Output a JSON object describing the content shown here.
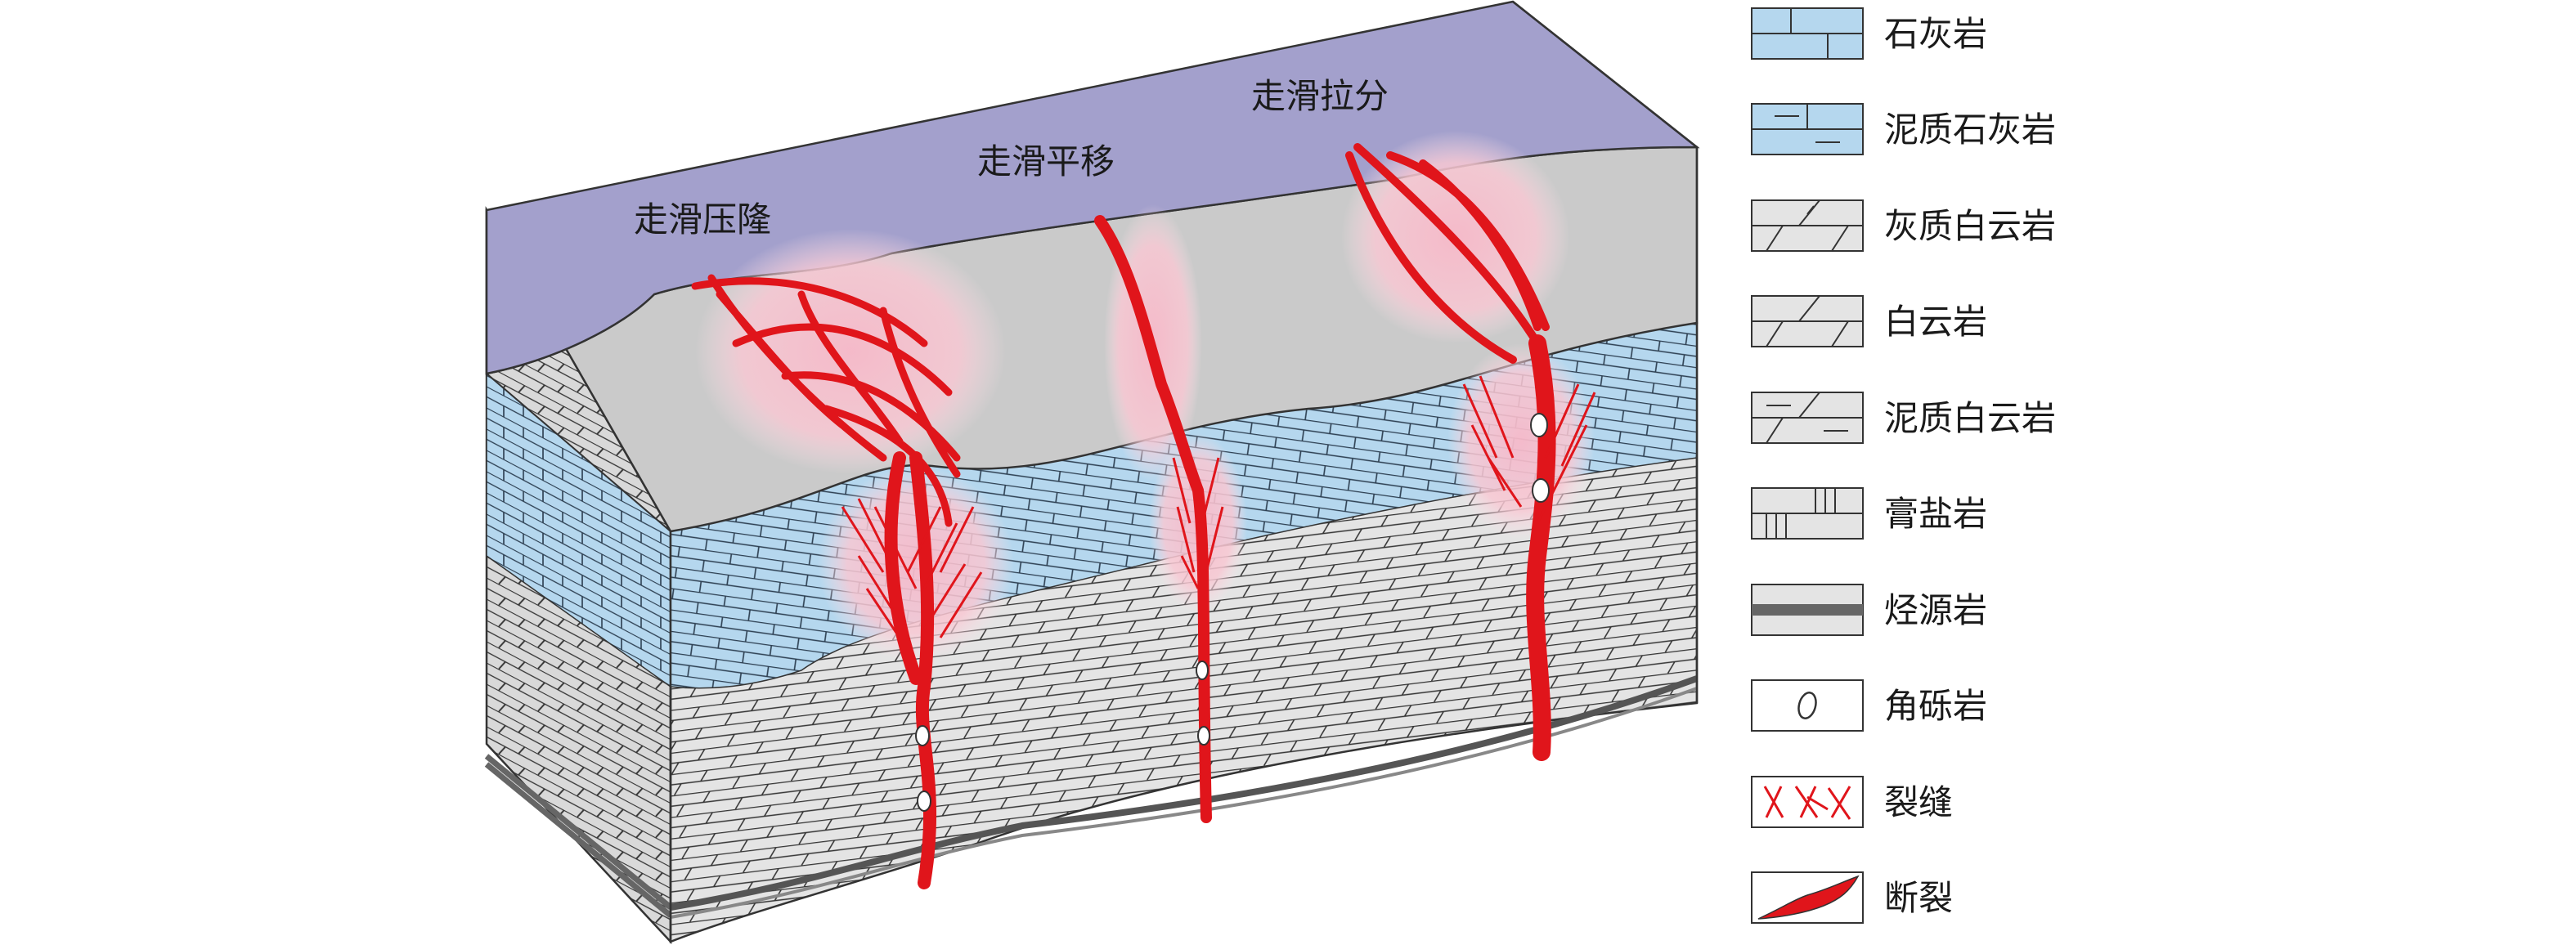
{
  "zones": {
    "compression": "走滑压隆",
    "translation": "走滑平移",
    "extension": "走滑拉分"
  },
  "legend": [
    {
      "key": "limestone",
      "label": "石灰岩"
    },
    {
      "key": "marly-limestone",
      "label": "泥质石灰岩"
    },
    {
      "key": "calcareous-dolomite",
      "label": "灰质白云岩"
    },
    {
      "key": "dolomite",
      "label": "白云岩"
    },
    {
      "key": "argillaceous-dolomite",
      "label": "泥质白云岩"
    },
    {
      "key": "gypsum-salt",
      "label": "膏盐岩"
    },
    {
      "key": "source-rock",
      "label": "烃源岩"
    },
    {
      "key": "breccia",
      "label": "角砾岩"
    },
    {
      "key": "fracture",
      "label": "裂缝"
    },
    {
      "key": "fault",
      "label": "断裂"
    }
  ],
  "colors": {
    "surface_purple": "#a3a0cc",
    "top_gray": "#cacaca",
    "limestone_blue": "#b5d7ee",
    "rock_gray": "#e4e4e4",
    "side_gray": "#d3d3d3",
    "fault_red": "#e0151b",
    "halo_pink": "#f8c8d3",
    "line": "#333333"
  }
}
